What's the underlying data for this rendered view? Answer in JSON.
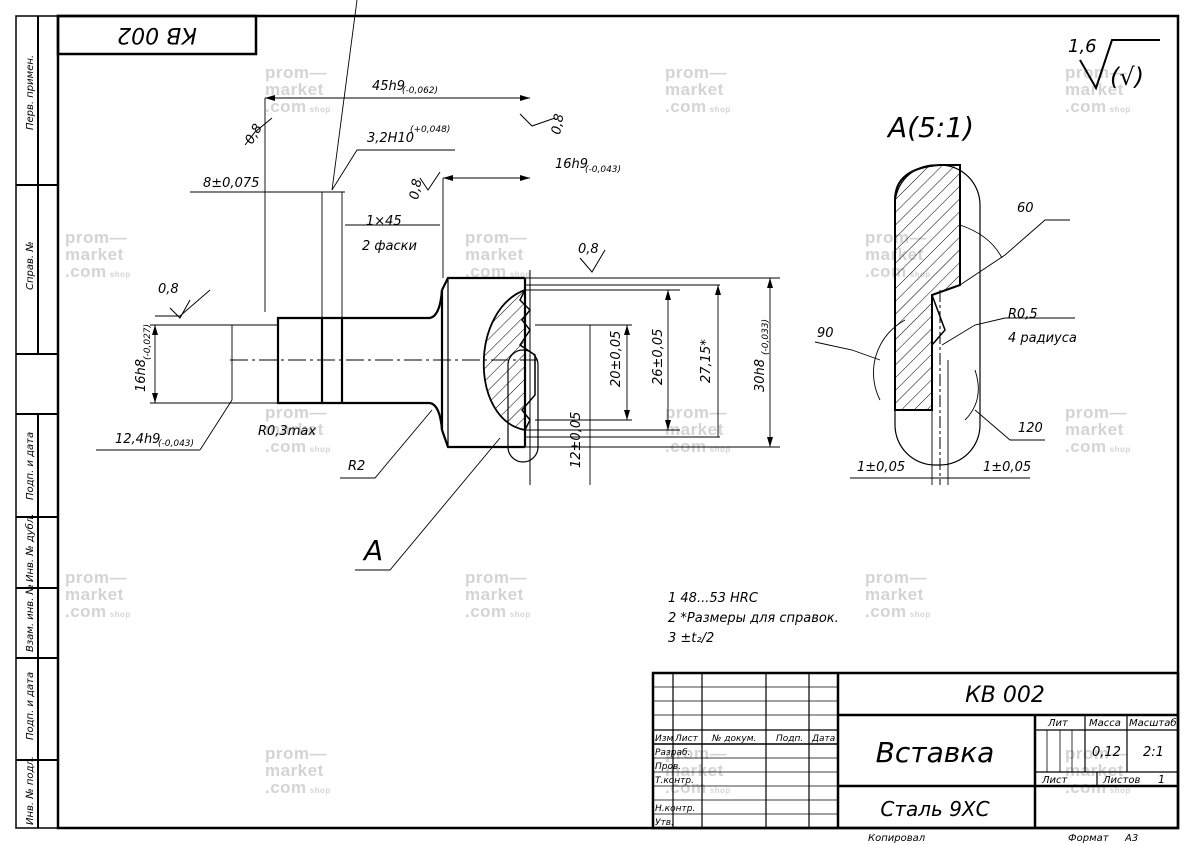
{
  "stamp_top": "КВ 002",
  "surface_roughness": {
    "general": "1,6",
    "others": "(√)"
  },
  "section_view_label": "A(5:1)",
  "section_marker": "A",
  "side_labels": [
    "Перв. примен.",
    "Справ. №",
    "Подп. и дата",
    "Инв. № дубл.",
    "Взам. инв. №",
    "Подп. и дата",
    "Инв. № подл."
  ],
  "dimensions": {
    "len_total": "45h9",
    "len_total_tol": "(-0,062)",
    "groove_width": "3,2H10",
    "groove_width_tol": "(+0,048)",
    "len_head": "16h9",
    "len_head_tol": "(-0,043)",
    "len_8": "8±0,075",
    "chamfer": "1×45",
    "chamfer_note": "2 фаски",
    "dia_16": "16h8",
    "dia_16_tol": "(-0,027)",
    "dia_12": "12,4h9",
    "dia_12_tol": "(-0,043)",
    "r03": "R0,3max",
    "r2": "R2",
    "dia_20": "20±0,05",
    "dia_26": "26±0,05",
    "dia_27": "27,15*",
    "dia_30": "30h8",
    "dia_30_tol": "(-0,033)",
    "h_12": "12±0,05",
    "rough_08": "0,8",
    "angle_60": "60",
    "angle_90": "90",
    "angle_120": "120",
    "r05": "R0,5",
    "r05_note": "4 радиуса",
    "offset_left": "1±0,05",
    "offset_right": "1±0,05"
  },
  "notes": [
    "1 48...53 HRC",
    "2 *Размеры для справок.",
    "3 ±t₂/2"
  ],
  "title_block": {
    "designation": "КВ 002",
    "name": "Вставка",
    "material": "Сталь 9ХС",
    "headers": {
      "izm": "Изм",
      "list": "Лист",
      "doc": "№ докум.",
      "sign": "Подп.",
      "date": "Дата"
    },
    "roles": [
      "Разраб.",
      "Пров.",
      "Т.контр.",
      "",
      "Н.контр.",
      "Утв."
    ],
    "lit_label": "Лит",
    "mass_label": "Масса",
    "scale_label": "Масштаб",
    "mass": "0,12",
    "scale": "2:1",
    "sheet_label": "Лист",
    "sheets_label": "Листов",
    "sheets": "1"
  },
  "footer": {
    "copied": "Копировал",
    "format_label": "Формат",
    "format": "А3"
  },
  "watermark": {
    "line1": "prom—",
    "line2": "market",
    "line3": ".com",
    "shop": "shop"
  }
}
